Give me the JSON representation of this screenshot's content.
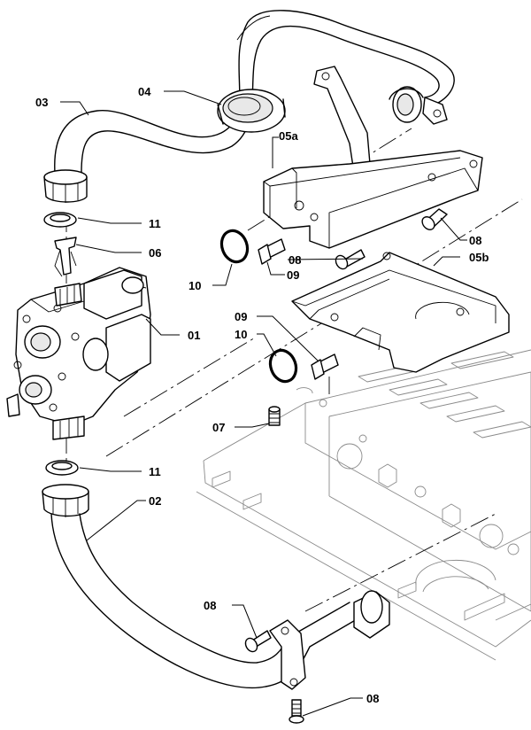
{
  "parts": {
    "p01": "01",
    "p02": "02",
    "p03": "03",
    "p04": "04",
    "p05a": "05a",
    "p05b": "05b",
    "p06": "06",
    "p07": "07",
    "p08": "08",
    "p09": "09",
    "p10": "10",
    "p11": "11"
  }
}
